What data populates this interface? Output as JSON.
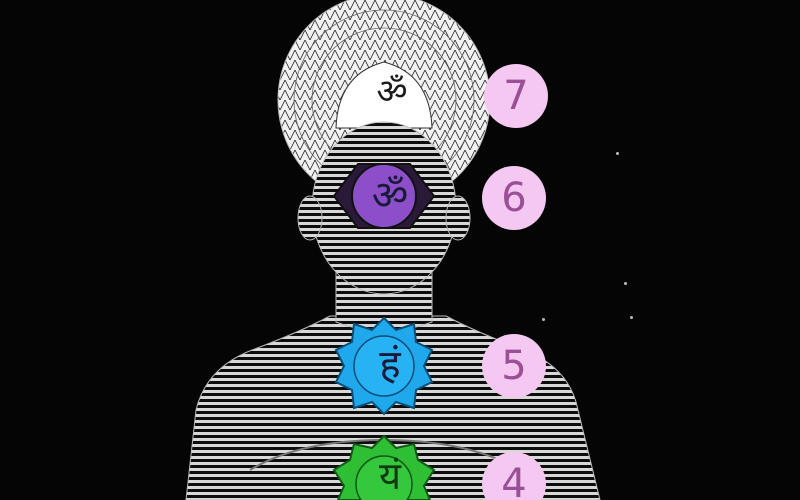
{
  "colors": {
    "background": "#050505",
    "badge_fill": "#f4c8f0",
    "badge_text": "#9b4f96",
    "crown": "#ffffff",
    "third_eye": "#8d4fc9",
    "throat": "#1fa8ec",
    "heart": "#2fbf35",
    "glyph_dark": "#1a1a3a"
  },
  "chakras": [
    {
      "number": "7",
      "syllable": "ॐ",
      "petal_icon": "lotus-crown-icon"
    },
    {
      "number": "6",
      "syllable": "ॐ",
      "petal_icon": "hexagon-eye-icon"
    },
    {
      "number": "5",
      "syllable": "हं",
      "petal_icon": "star-throat-icon"
    },
    {
      "number": "4",
      "syllable": "यं",
      "petal_icon": "star-heart-icon"
    }
  ]
}
